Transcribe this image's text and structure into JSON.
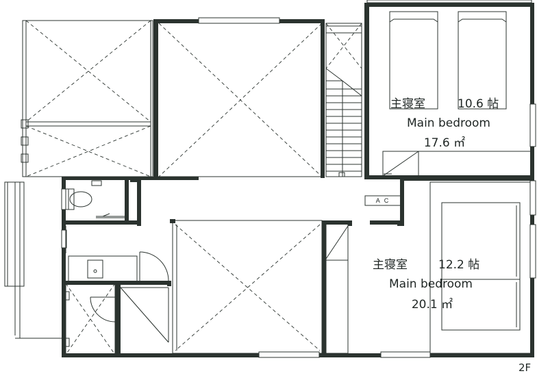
{
  "floor_label": "2F",
  "rooms": [
    {
      "name_ja": "主寝室",
      "tatami": "10.6 帖",
      "name_en": "Main bedroom",
      "area": "17.6 ㎡"
    },
    {
      "name_ja": "主寝室",
      "tatami": "12.2 帖",
      "name_en": "Main bedroom",
      "area": "20.1 ㎡"
    }
  ],
  "equipment": {
    "ac_label": "A C"
  }
}
